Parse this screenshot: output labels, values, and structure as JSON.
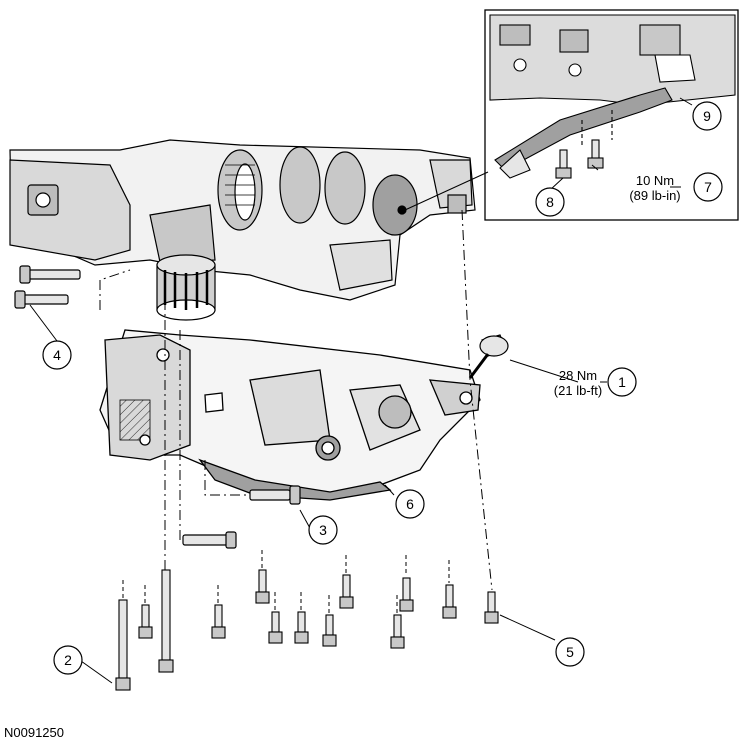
{
  "figure_id": "N0091250",
  "callouts": [
    {
      "number": "1"
    },
    {
      "number": "2"
    },
    {
      "number": "3"
    },
    {
      "number": "4"
    },
    {
      "number": "5"
    },
    {
      "number": "6"
    },
    {
      "number": "7"
    },
    {
      "number": "8"
    },
    {
      "number": "9"
    }
  ],
  "torque_specs": {
    "pan_bolt": {
      "metric": "28 Nm",
      "imperial": "(21 lb-ft)"
    },
    "inset_bolt": {
      "metric": "10 Nm",
      "imperial": "(89 lb-in)"
    }
  },
  "colors": {
    "line": "#000000",
    "fill_light": "#ffffff",
    "fill_shade": "#c8c8c8",
    "fill_mid": "#a0a0a0"
  }
}
